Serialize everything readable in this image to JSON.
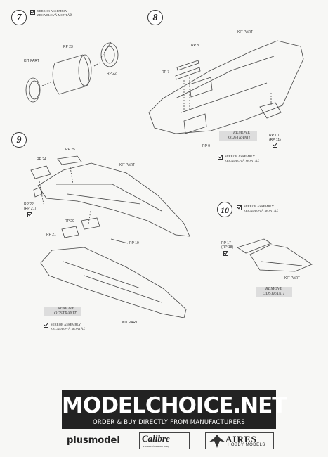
{
  "steps": {
    "s7": "7",
    "s8": "8",
    "s9": "9",
    "s10": "10"
  },
  "notes": {
    "mirror_line1": "MIRROR ASSEMBLY",
    "mirror_line2": "ZRCADLOVÁ MONTÁŽ",
    "remove_line1": "REMOVE",
    "remove_line2": "ODSTRANIT"
  },
  "parts": {
    "kit_part": "KIT PART",
    "rp23": "RP 23",
    "rp22": "RP 22",
    "rp8": "RP 8",
    "rp7": "RP 7",
    "rp9": "RP 9",
    "rp10": "RP 10",
    "rp11": "(RP 11)",
    "rp25": "RP 25",
    "rp24": "RP 24",
    "rp22b": "RP 22",
    "rp21b": "(RP 21)",
    "rp20": "RP 20",
    "rp21": "RP 21",
    "rp19": "RP 19",
    "rp17": "RP 17",
    "rp18": "(RP 18)"
  },
  "banner": {
    "title": "MODELCHOICE.NET",
    "subtitle": "ORDER & BUY DIRECTLY FROM MANUFACTURERS"
  },
  "logos": {
    "plusmodel": "plusmodel",
    "calibre": "Calibre",
    "calibre_small": "A division of Plusmodel Group",
    "aires_name": "AIRES",
    "aires_sub": "HOBBY MODELS"
  }
}
